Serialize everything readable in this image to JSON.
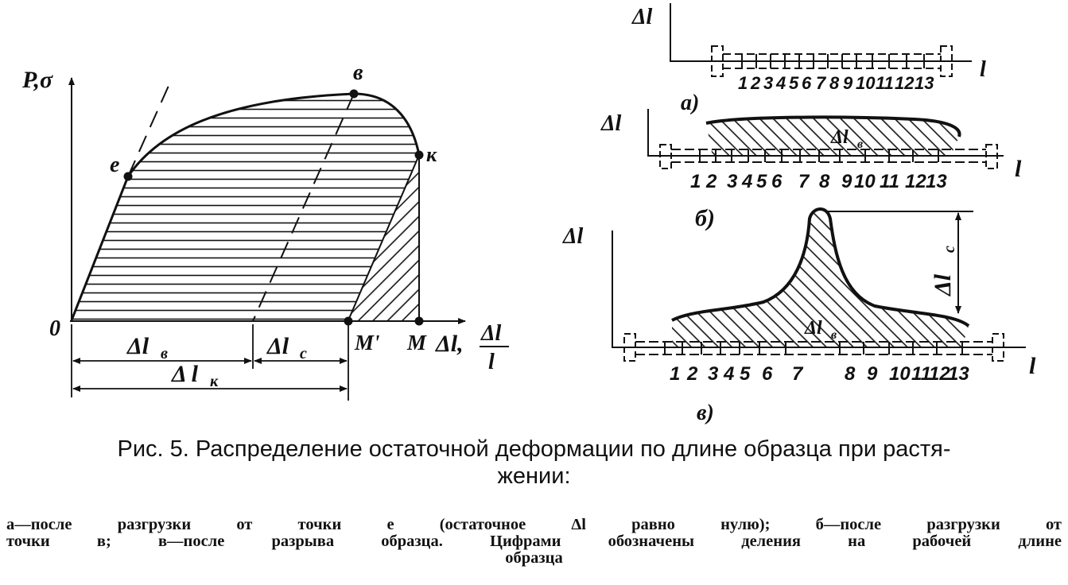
{
  "left_diagram": {
    "y_axis_label": "P,σ",
    "x_axis_label": "Δl,",
    "x_axis_fraction_num": "Δl",
    "x_axis_fraction_den": "l",
    "origin_label": "0",
    "point_e": "e",
    "point_v": "в",
    "point_k": "к",
    "point_M_prime": "M'",
    "point_M": "M",
    "dim_l_v": "Δl",
    "dim_l_v_sub": "в",
    "dim_l_c": "Δl",
    "dim_l_c_sub": "c",
    "dim_l_k": "Δ l",
    "dim_l_k_sub": "к"
  },
  "right_diagrams": {
    "axis_dl": "Δl",
    "axis_l": "l",
    "a": {
      "label": "а)",
      "divisions": [
        "1",
        "2",
        "3",
        "4",
        "5",
        "6",
        "7",
        "8",
        "9",
        "10",
        "11",
        "12",
        "13"
      ]
    },
    "b": {
      "label": "б)",
      "area_label": "Δl",
      "area_label_sub": "в",
      "divisions": [
        "1",
        "2",
        "3",
        "4",
        "5",
        "6",
        "7",
        "8",
        "9",
        "10",
        "11",
        "12",
        "13"
      ]
    },
    "c": {
      "label": "в)",
      "area_label": "Δl",
      "area_label_sub": "в",
      "neck_label": "Δl",
      "neck_label_sub": "c",
      "divisions": [
        "1",
        "2",
        "3",
        "4",
        "5",
        "6",
        "7",
        "8",
        "9",
        "10",
        "11",
        "12",
        "13"
      ]
    }
  },
  "caption": {
    "line1": "Рис. 5. Распределение остаточной деформации по длине образца при растя-",
    "line2": "жении:"
  },
  "note": {
    "line1": "а—после разгрузки от точки е (остаточное Δl равно нулю); б—после разгрузки от",
    "line2": "точки в; в—после разрыва образца. Цифрами обозначены деления на рабочей длине",
    "line3": "образца"
  }
}
